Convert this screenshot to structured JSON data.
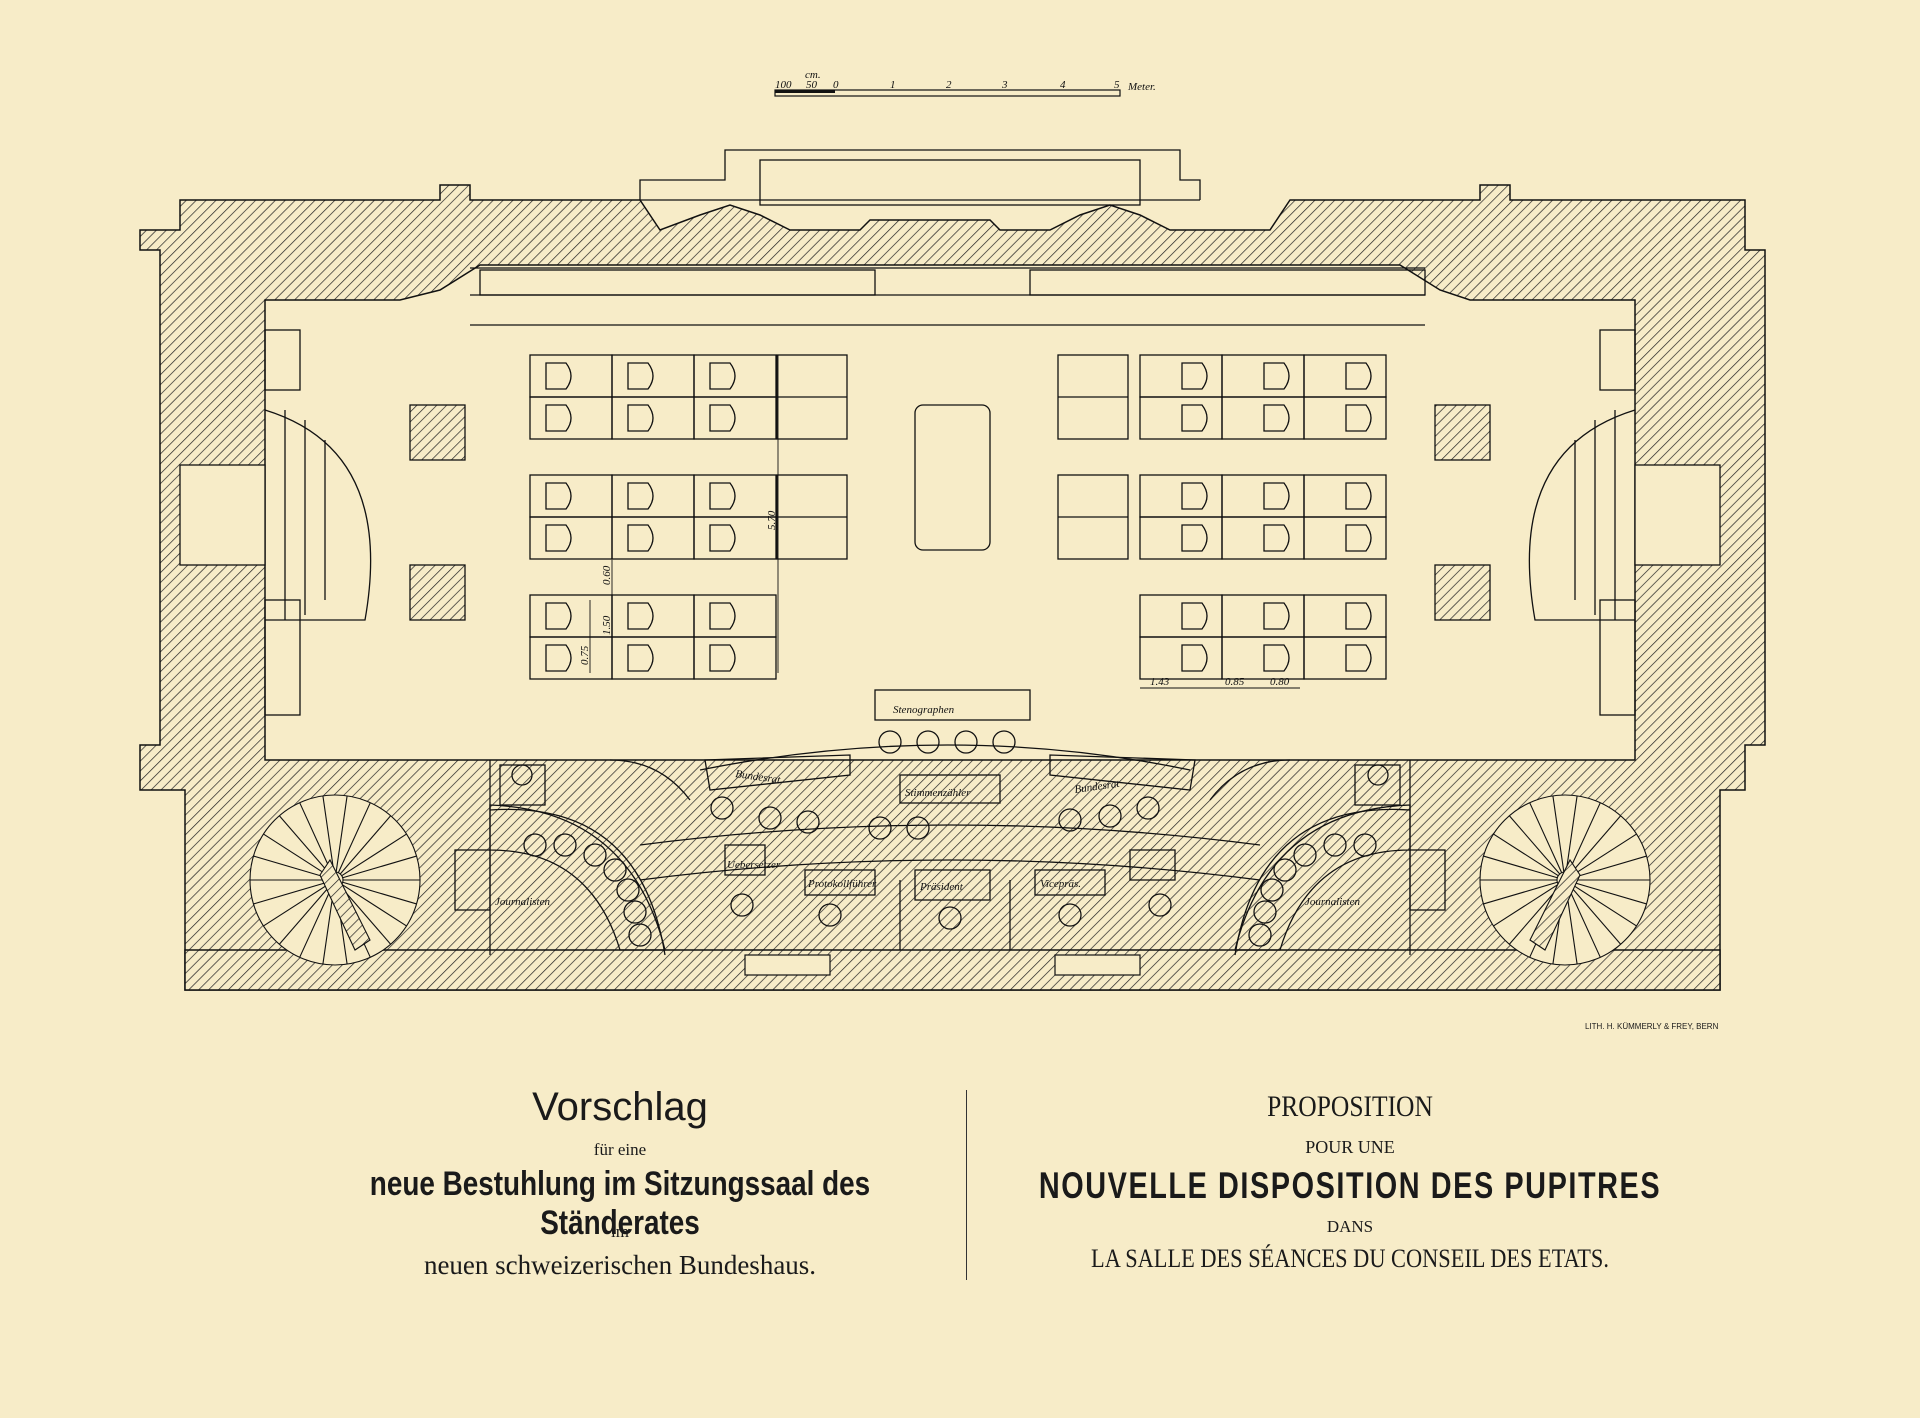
{
  "scale": {
    "unit_top": "cm.",
    "ticks": [
      "100",
      "50",
      "0",
      "1",
      "2",
      "3",
      "4",
      "5"
    ],
    "unit_right": "Meter."
  },
  "plan_labels": {
    "stenographen": "Stenographen",
    "bundesrat_left": "Bundesrat",
    "bundesrat_right": "Bundesrat",
    "stimmenzaehler": "Stimmenzähler",
    "uebersetzer": "Uebersetzer",
    "protokollfuehrer": "Protokollführer",
    "praesident": "Präsident",
    "vizepraes": "Vicepräs.",
    "journalisten_left": "Journalisten",
    "journalisten_right": "Journalisten"
  },
  "dimensions": {
    "d_570": "5.70",
    "d_060": "0.60",
    "d_150": "1.50",
    "d_075": "0.75",
    "d_143": "1.43",
    "d_085": "0.85",
    "d_080": "0.80"
  },
  "lithographer": "LITH. H. KÜMMERLY & FREY, BERN",
  "caption_de": {
    "title": "Vorschlag",
    "line1": "für eine",
    "headline": "neue Bestuhlung im Sitzungssaal des Ständerates",
    "line2": "im",
    "line3": "neuen schweizerischen Bundeshaus."
  },
  "caption_fr": {
    "title": "PROPOSITION",
    "line1": "POUR UNE",
    "headline": "NOUVELLE DISPOSITION DES PUPITRES",
    "line2": "DANS",
    "line3": "LA SALLE DES SÉANCES DU CONSEIL DES ETATS."
  }
}
